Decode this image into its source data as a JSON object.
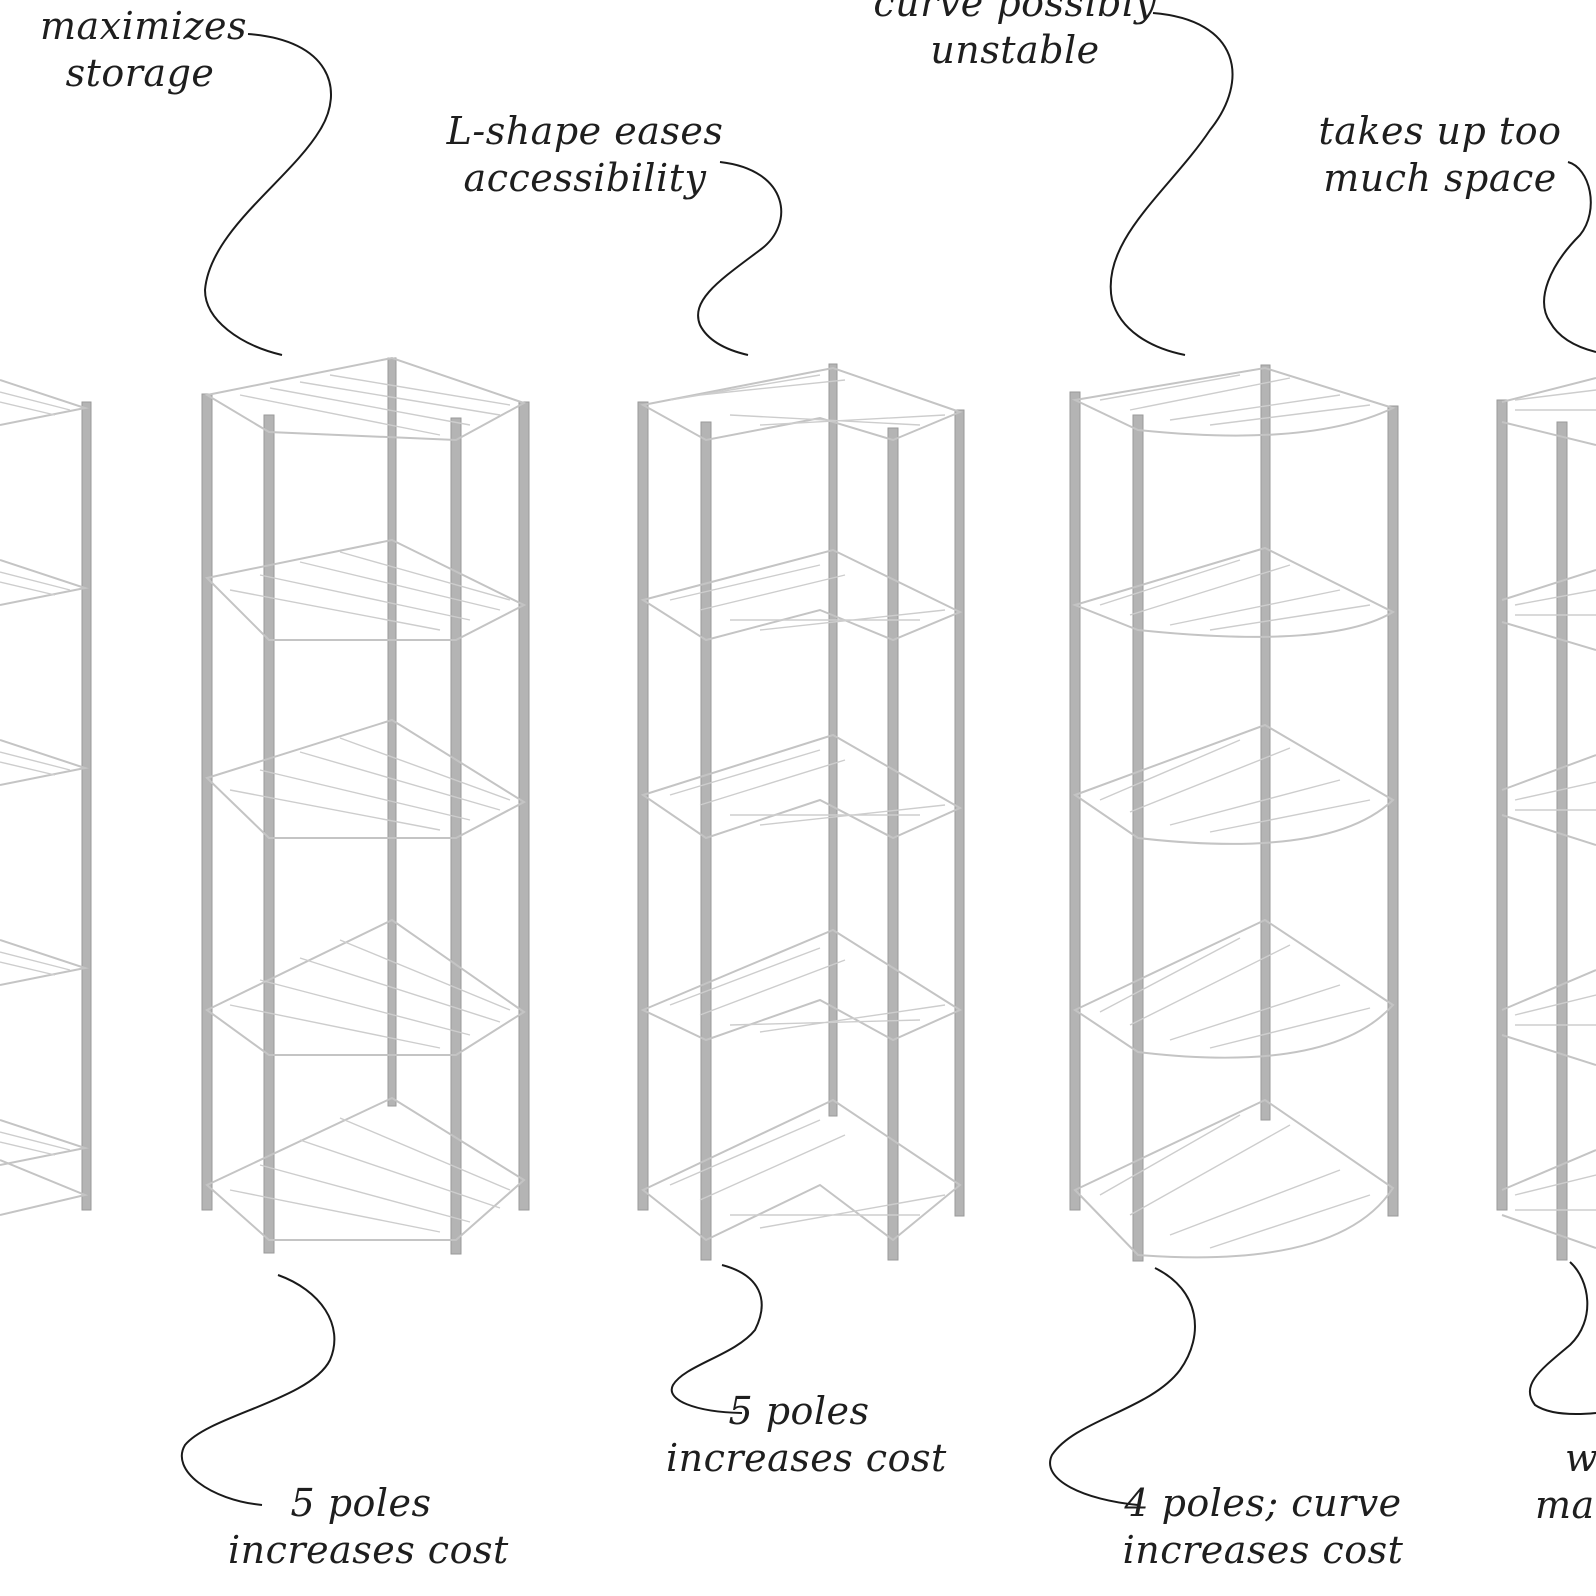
{
  "annotations": {
    "top_left": {
      "line1": "maximizes",
      "line2": "storage"
    },
    "top_lshape": {
      "line1": "L-shape eases",
      "line2": "accessibility"
    },
    "top_curve": {
      "line1": "curve possibly",
      "line2": "unstable"
    },
    "top_right": {
      "line1": "takes up too",
      "line2": "much space"
    },
    "bottom_pentagon": {
      "line1": "5 poles",
      "line2": "increases cost"
    },
    "bottom_lshape": {
      "line1": "5 poles",
      "line2": "increases cost"
    },
    "bottom_curve": {
      "line1": "4 poles; curve",
      "line2": "increases cost"
    },
    "bottom_right_partial": {
      "line1": "w",
      "line2": "ma"
    }
  },
  "colors": {
    "ink": "#1a1a1a",
    "wire": "#c4c4c4",
    "pole": "#b4b4b4",
    "background": "#ffffff"
  }
}
